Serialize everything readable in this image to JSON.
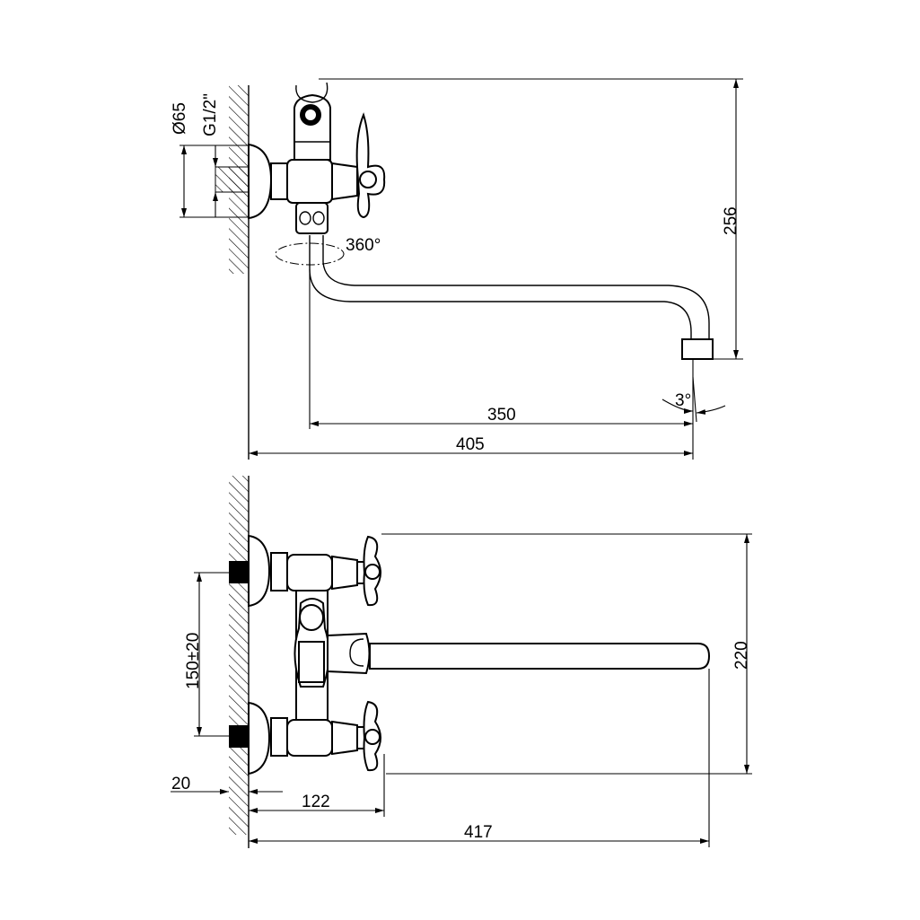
{
  "drawing": {
    "side_view": {
      "diameter_label": "Ø65",
      "thread_label": "G1/2\"",
      "rotation_label": "360°",
      "height_label": "256",
      "spout_reach_label": "350",
      "total_depth_label": "405",
      "angle_label": "3°"
    },
    "top_view": {
      "inlet_spacing_label": "150±20",
      "height_label": "220",
      "wall_offset_label": "20",
      "handle_depth_label": "122",
      "total_depth_label": "417"
    }
  }
}
